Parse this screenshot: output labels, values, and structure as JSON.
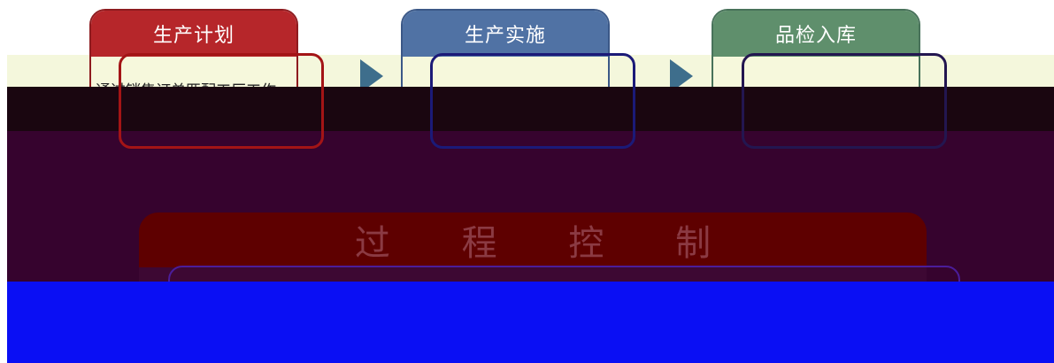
{
  "stages": [
    {
      "title": "生产计划",
      "description": "通过销售订单匹配工厂工作"
    },
    {
      "title": "生产实施",
      "description": ""
    },
    {
      "title": "品检入库",
      "description": ""
    }
  ],
  "process": {
    "title": "过 程 控 制"
  },
  "colors": {
    "plan_header": "#b6262a",
    "implement_header": "#5072a4",
    "inspect_header": "#5f8f6c",
    "arrow": "#3e6e8c",
    "process_bg": "#5e0000",
    "panel_bg": "#f6f8dc"
  },
  "icons": [
    "arrow-right-icon",
    "arrow-right-icon"
  ]
}
